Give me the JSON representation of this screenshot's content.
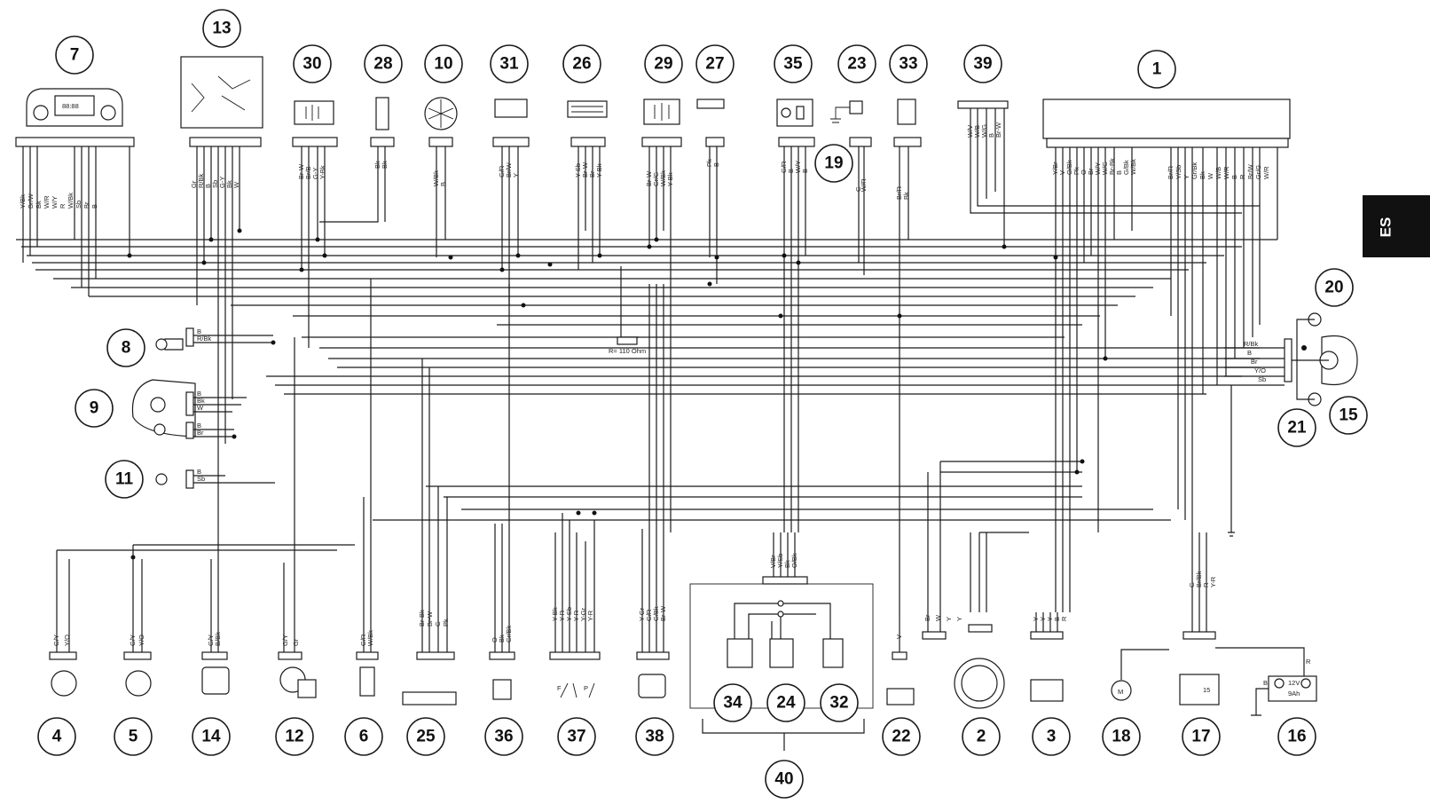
{
  "side_tab": {
    "label": "ES"
  },
  "callouts": [
    "1",
    "2",
    "3",
    "4",
    "5",
    "6",
    "7",
    "8",
    "9",
    "10",
    "11",
    "12",
    "13",
    "14",
    "15",
    "16",
    "17",
    "18",
    "19",
    "20",
    "21",
    "22",
    "23",
    "24",
    "25",
    "26",
    "27",
    "28",
    "29",
    "30",
    "31",
    "32",
    "33",
    "34",
    "35",
    "36",
    "37",
    "38",
    "39",
    "40"
  ],
  "components": {
    "dash_instrument": {
      "display": "88:88"
    },
    "resistor": {
      "value": "R= 110 Ohm"
    },
    "battery": {
      "voltage": "12V",
      "capacity": "9Ah"
    },
    "motor": {
      "symbol": "M"
    },
    "relay": {
      "terminal": "15"
    },
    "sensor_37_left": {
      "code": "F"
    },
    "sensor_37_right": {
      "code": "P"
    }
  },
  "wire_labels": {
    "dash_7": [
      "Y/Bk",
      "Br/W",
      "Bk",
      "W/R",
      "W/Y",
      "R",
      "W/Bk",
      "Sb",
      "Br",
      "B"
    ],
    "relay_13": [
      "Gr",
      "R/Bk",
      "B",
      "Sb",
      "G-Y",
      "Bk",
      "W"
    ],
    "conn_30": [
      "Br-W",
      "Br/B",
      "G-Y",
      "Y-Bk"
    ],
    "conn_28": [
      "Bk",
      "Bk"
    ],
    "conn_10": [
      "W/Bk",
      "B"
    ],
    "conn_31": [
      "G/R",
      "Br/W",
      "Y"
    ],
    "conn_26": [
      "Y-Sb",
      "Br-W",
      "Br",
      "Y-Bk"
    ],
    "conn_29": [
      "Br-W",
      "Gr/G",
      "W/Bk",
      "Y-Bk"
    ],
    "conn_27": [
      "Pk",
      "B"
    ],
    "conn_35": [
      "G/R",
      "B",
      "W/Y",
      "B"
    ],
    "conn_23": [
      "G",
      "W/R"
    ],
    "conn_33": [
      "Br/R",
      "Bk"
    ],
    "conn_39": [
      "W/V",
      "W/B",
      "W/G",
      "B",
      "Br-W"
    ],
    "ecu_1_left": [
      "Y/Br",
      "V",
      "O/Bk",
      "Pk",
      "O",
      "Br",
      "W/Y",
      "W/G",
      "Br-Bk",
      "B",
      "G/Bk",
      "W/Bk"
    ],
    "ecu_1_right": [
      "Br/R",
      "Y/Sb",
      "Y",
      "Gr/Bk",
      "Bk",
      "W",
      "W/B",
      "W/R",
      "B",
      "R",
      "Br/W",
      "Gr/G",
      "W/R"
    ],
    "lamp_8": [
      "B",
      "R/Bk"
    ],
    "lamp_9": [
      "B",
      "Bk",
      "W"
    ],
    "lamp_9b": [
      "B",
      "Br"
    ],
    "lamp_11": [
      "B",
      "Sb"
    ],
    "lamp_15": [
      "R/Bk",
      "B",
      "Br",
      "Y/O",
      "Sb"
    ],
    "bottom_4": [
      "G/Y",
      "Y/O"
    ],
    "bottom_5": [
      "G/Y",
      "Y/O"
    ],
    "bottom_14": [
      "G/Y",
      "B/Bk"
    ],
    "bottom_12": [
      "G/Y",
      "Gr"
    ],
    "bottom_6": [
      "G/R",
      "W/Bk"
    ],
    "bottom_25": [
      "Br-Bk",
      "Br-W",
      "G",
      "Pk"
    ],
    "bottom_36": [
      "O",
      "Bk",
      "Gr/Bk"
    ],
    "bottom_37": [
      "Y-Bk",
      "Y-R",
      "Y-Sb",
      "Y-R",
      "Y-Gr",
      "Y-R"
    ],
    "bottom_38": [
      "Y-Gr",
      "G/R",
      "G/Bk",
      "Br-W"
    ],
    "bottom_40": [
      "V/Br",
      "Y/Sb",
      "Bk",
      "O/Bk"
    ],
    "bottom_22": [
      "V"
    ],
    "bottom_2": [
      "Br",
      "W",
      "Y",
      "Y"
    ],
    "bottom_3": [
      "Y",
      "Y",
      "Y",
      "B",
      "R"
    ],
    "bottom_17": [
      "G",
      "Br/Bk",
      "R",
      "Y-R"
    ],
    "bottom_16": [
      "B",
      "R"
    ]
  }
}
